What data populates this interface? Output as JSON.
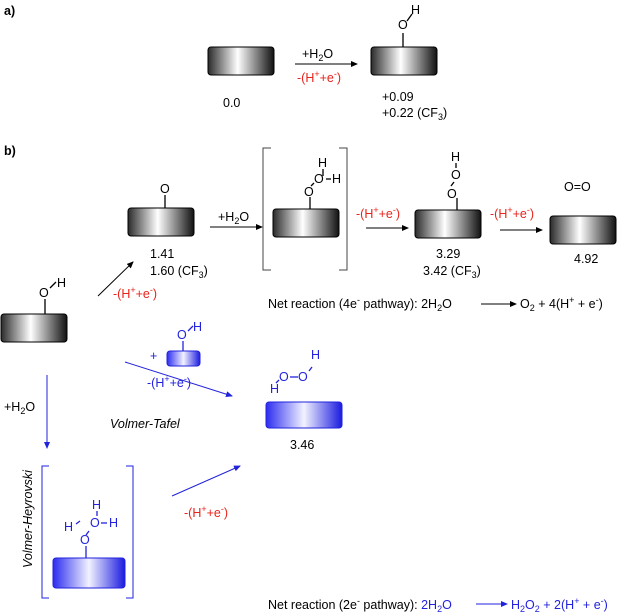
{
  "panel_a": {
    "label": "a)",
    "reactant_energy": "0.0",
    "reagent": "+H2O",
    "byproduct": "-(H++e-)",
    "atom_O": "O",
    "atom_H": "H",
    "product_energy_1": "+0.09",
    "product_energy_2": "+0.22 (CF3)"
  },
  "panel_b": {
    "label": "b)",
    "start_atom_O": "O",
    "start_atom_H": "H",
    "oxo": {
      "atom": "O",
      "energy_1": "1.41",
      "energy_2": "1.60 (CF3)"
    },
    "step1_byproduct": "-(H++e-)",
    "step2_reagent": "+H2O",
    "water_adduct": {
      "atom_H_top": "H",
      "atom_O_top": "O",
      "atom_H_right": "H",
      "atom_O_surface": "O"
    },
    "step3_byproduct": "-(H++e-)",
    "peroxo": {
      "atom_H": "H",
      "atom_O_top": "O",
      "atom_O_bottom": "O",
      "energy_1": "3.29",
      "energy_2": "3.42 (CF3)"
    },
    "step4_byproduct": "-(H++e-)",
    "o2": {
      "label": "O=O",
      "energy": "4.92"
    },
    "net_4e": {
      "prefix": "Net reaction (4e- pathway): 2H2O",
      "product": "O2 + 4(H+ + e-)"
    },
    "tafel": {
      "plus": "+",
      "atom_O": "O",
      "atom_H": "H",
      "byproduct": "-(H++e-)",
      "label": "Volmer-Tafel"
    },
    "h2o2": {
      "atom_H_left": "H",
      "atom_O_left": "O",
      "atom_O_right": "O",
      "atom_H_right": "H",
      "energy": "3.46"
    },
    "heyrovski": {
      "reagent": "+H2O",
      "label": "Volmer-Heyrovski",
      "atom_H_top": "H",
      "atom_H_left": "H",
      "atom_O_mid": "O",
      "atom_H_right": "H",
      "atom_O_surface": "O",
      "byproduct": "-(H++e-)"
    },
    "net_2e": {
      "prefix": "Net reaction (2e- pathway): ",
      "reactant": "2H2O",
      "product": "H2O2 + 2(H+ + e-)"
    }
  },
  "colors": {
    "red": "#e8231b",
    "blue": "#2222dd"
  }
}
